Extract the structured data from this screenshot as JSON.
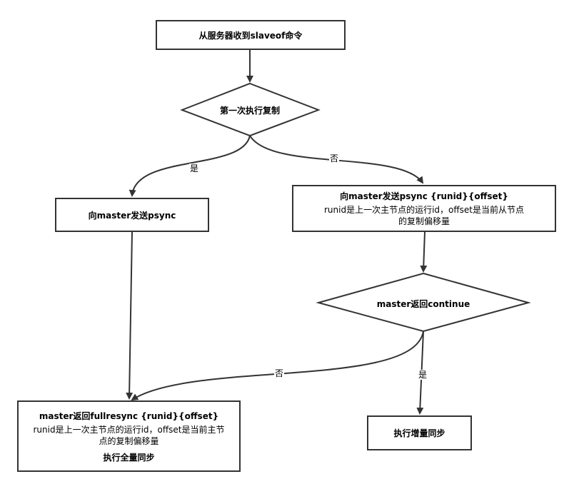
{
  "nodes": {
    "start": {
      "text": "从服务器收到slaveof命令"
    },
    "first_copy": {
      "text": "第一次执行复制"
    },
    "send_psync": {
      "text": "向master发送psync"
    },
    "send_psync_args": {
      "title": "向master发送psync {runid}{offset}",
      "desc_line1": "runid是上一次主节点的运行id，offset是当前从节点",
      "desc_line2": "的复制偏移量"
    },
    "master_continue": {
      "text": "master返回continue"
    },
    "fullresync": {
      "title": "master返回fullresync {runid}{offset}",
      "desc_line1": "runid是上一次主节点的运行id，offset是当前主节",
      "desc_line2": "点的复制偏移量",
      "action": "执行全量同步"
    },
    "partial_sync": {
      "text": "执行增量同步"
    }
  },
  "edges": {
    "first_yes": "是",
    "first_no": "否",
    "continue_no": "否",
    "continue_yes": "是"
  },
  "colors": {
    "stroke": "#333333",
    "fill": "#ffffff"
  }
}
